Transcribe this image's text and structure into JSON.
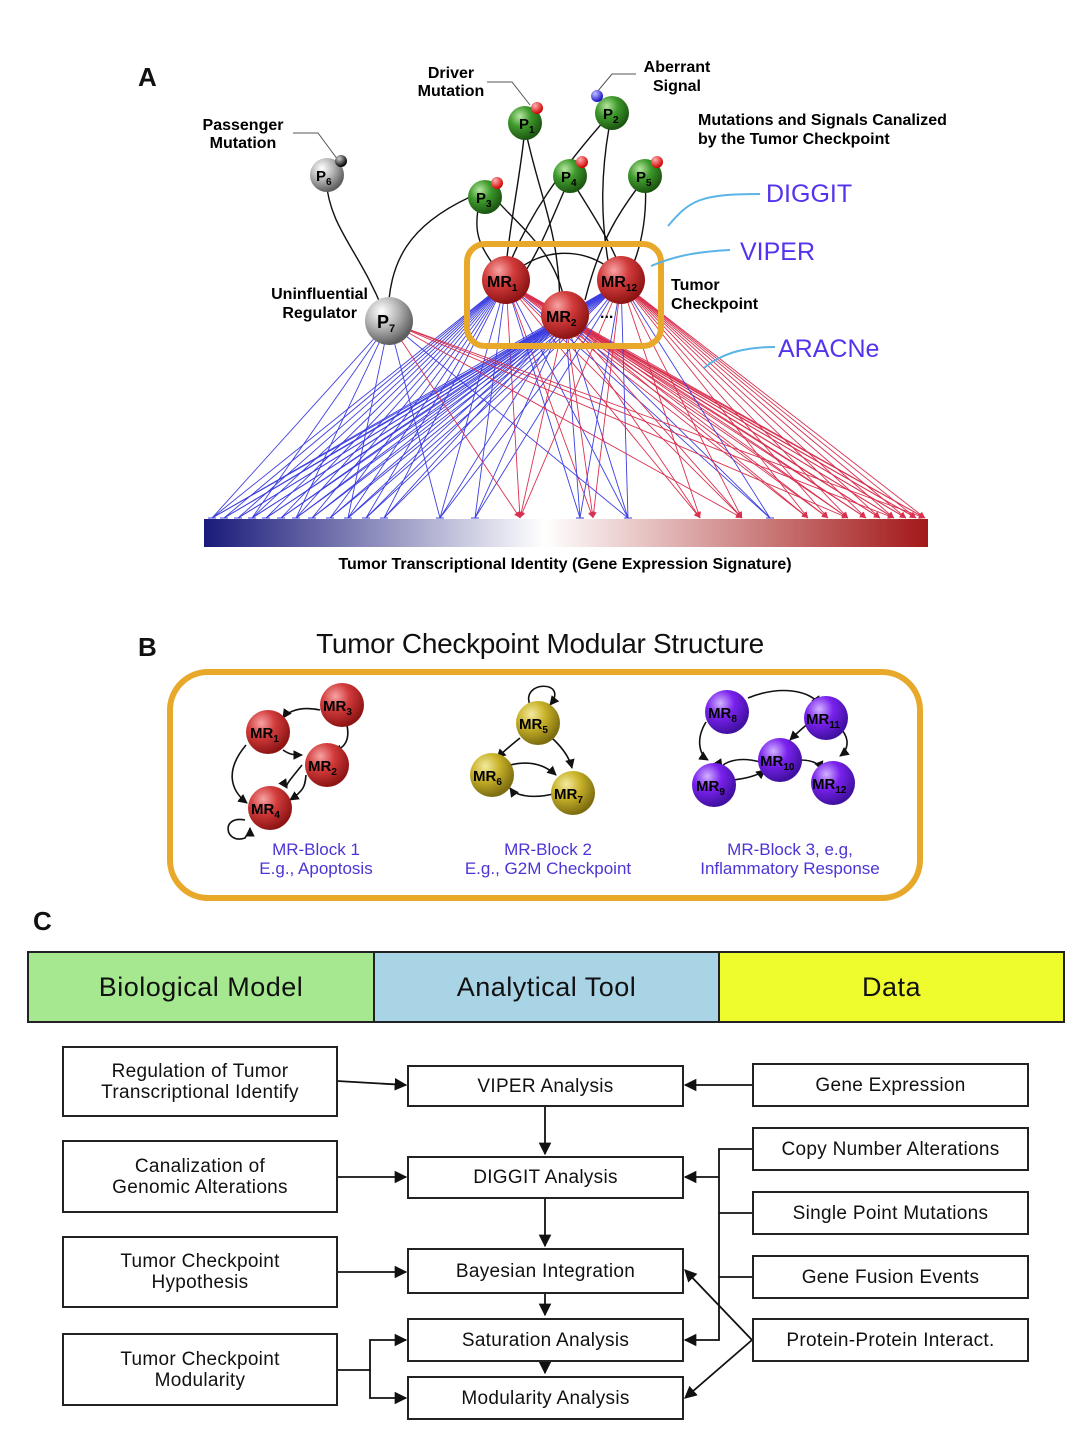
{
  "panel_a": {
    "letter": "A",
    "labels": {
      "driver_mutation": [
        "Driver",
        "Mutation"
      ],
      "aberrant_signal": [
        "Aberrant",
        "Signal"
      ],
      "passenger_mutation": [
        "Passenger",
        "Mutation"
      ],
      "uninfluential_regulator": [
        "Uninfluential",
        "Regulator"
      ],
      "canalized": [
        "Mutations and Signals Canalized",
        "by the Tumor Checkpoint"
      ],
      "tumor_checkpoint": [
        "Tumor",
        "Checkpoint"
      ],
      "diggit": "DIGGIT",
      "viper": "VIPER",
      "aracne": "ARACNe",
      "ellipsis": "...",
      "signature": "Tumor Transcriptional Identity (Gene Expression Signature)"
    },
    "nodes": {
      "p1": {
        "base": "P",
        "sub": "1"
      },
      "p2": {
        "base": "P",
        "sub": "2"
      },
      "p3": {
        "base": "P",
        "sub": "3"
      },
      "p4": {
        "base": "P",
        "sub": "4"
      },
      "p5": {
        "base": "P",
        "sub": "5"
      },
      "p6": {
        "base": "P",
        "sub": "6"
      },
      "p7": {
        "base": "P",
        "sub": "7"
      },
      "mr1": {
        "base": "MR",
        "sub": "1"
      },
      "mr2": {
        "base": "MR",
        "sub": "2"
      },
      "mr12": {
        "base": "MR",
        "sub": "12"
      }
    },
    "colors": {
      "diggit_label": "#5533ee",
      "connector": "#5ab4e6",
      "checkpoint_border": "#e8a92a",
      "activation_edge": "#d9304f",
      "repression_edge": "#3d3ee0",
      "signature_low": "#1a1a7a",
      "signature_mid": "#ffffff",
      "signature_high": "#a31818"
    }
  },
  "panel_b": {
    "letter": "B",
    "title": "Tumor Checkpoint Modular Structure",
    "blocks": [
      {
        "caption1": "MR-Block 1",
        "caption2": "E.g., Apoptosis"
      },
      {
        "caption1": "MR-Block 2",
        "caption2": "E.g., G2M Checkpoint"
      },
      {
        "caption1": "MR-Block 3, e.g,",
        "caption2": "Inflammatory Response"
      }
    ],
    "nodes": {
      "mr1": {
        "base": "MR",
        "sub": "1"
      },
      "mr2": {
        "base": "MR",
        "sub": "2"
      },
      "mr3": {
        "base": "MR",
        "sub": "3"
      },
      "mr4": {
        "base": "MR",
        "sub": "4"
      },
      "mr5": {
        "base": "MR",
        "sub": "5"
      },
      "mr6": {
        "base": "MR",
        "sub": "6"
      },
      "mr7": {
        "base": "MR",
        "sub": "7"
      },
      "mr8": {
        "base": "MR",
        "sub": "8"
      },
      "mr9": {
        "base": "MR",
        "sub": "9"
      },
      "mr10": {
        "base": "MR",
        "sub": "10"
      },
      "mr11": {
        "base": "MR",
        "sub": "11"
      },
      "mr12": {
        "base": "MR",
        "sub": "12"
      }
    },
    "colors": {
      "red_block": "#cc3333",
      "yellow_block": "#c9b32a",
      "purple_block": "#7a22ee",
      "caption": "#4b35d6"
    }
  },
  "panel_c": {
    "letter": "C",
    "headers": [
      {
        "label": "Biological Model",
        "color": "#a6e88f"
      },
      {
        "label": "Analytical Tool",
        "color": "#a9d4e6"
      },
      {
        "label": "Data",
        "color": "#eefc2d"
      }
    ],
    "model_boxes": [
      "Regulation of Tumor\nTranscriptional Identify",
      "Canalization of\nGenomic Alterations",
      "Tumor Checkpoint\nHypothesis",
      "Tumor Checkpoint\nModularity"
    ],
    "tool_boxes": [
      "VIPER Analysis",
      "DIGGIT Analysis",
      "Bayesian Integration",
      "Saturation Analysis",
      "Modularity Analysis"
    ],
    "data_boxes": [
      "Gene Expression",
      "Copy Number Alterations",
      "Single Point Mutations",
      "Gene Fusion Events",
      "Protein-Protein Interact."
    ]
  }
}
